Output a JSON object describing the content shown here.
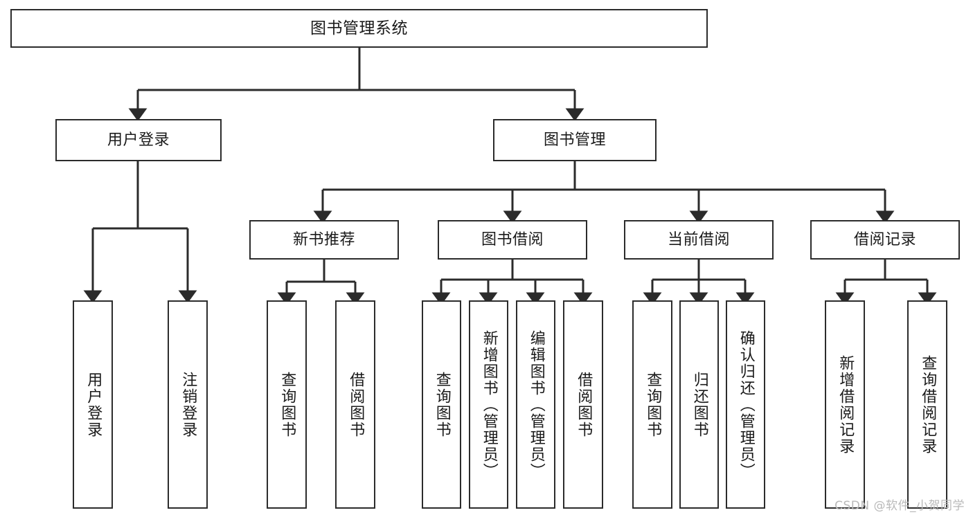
{
  "diagram": {
    "type": "tree",
    "title_node": {
      "label": "图书管理系统"
    },
    "level2": [
      {
        "label": "用户登录"
      },
      {
        "label": "图书管理"
      }
    ],
    "level3": [
      {
        "label": "新书推荐"
      },
      {
        "label": "图书借阅"
      },
      {
        "label": "当前借阅"
      },
      {
        "label": "借阅记录"
      }
    ],
    "leaves": {
      "user_login": [
        {
          "label": "用户登录"
        },
        {
          "label": "注销登录"
        }
      ],
      "new_book_recommend": [
        {
          "label": "查询图书"
        },
        {
          "label": "借阅图书"
        }
      ],
      "book_borrow": [
        {
          "label": "查询图书"
        },
        {
          "label": "新增图书（管理员）"
        },
        {
          "label": "编辑图书（管理员）"
        },
        {
          "label": "借阅图书"
        }
      ],
      "current_borrow": [
        {
          "label": "查询图书"
        },
        {
          "label": "归还图书"
        },
        {
          "label": "确认归还（管理员）"
        }
      ],
      "borrow_record": [
        {
          "label": "新增借阅记录"
        },
        {
          "label": "查询借阅记录"
        }
      ]
    }
  },
  "watermark": {
    "text": "CSDN @软件_小贺同学"
  },
  "colors": {
    "stroke": "#2b2b2b",
    "background": "#ffffff",
    "text": "#1a1a1a",
    "watermark": "#b9b9b9"
  }
}
